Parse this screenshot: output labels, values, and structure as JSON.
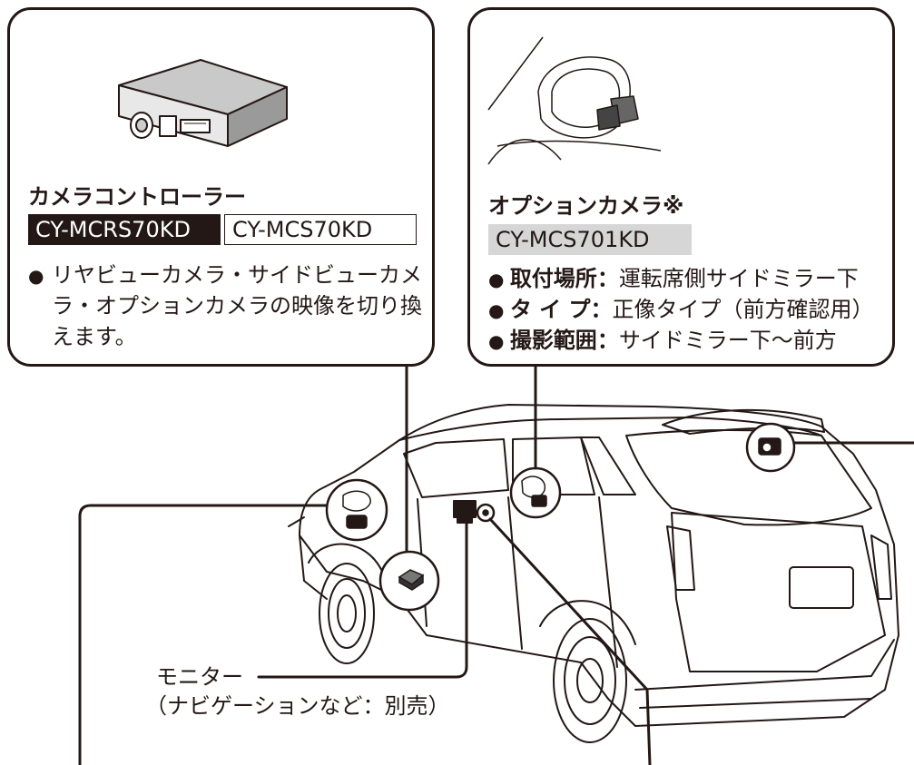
{
  "controller": {
    "title": "カメラコントローラー",
    "model_primary": "CY-MCRS70KD",
    "model_secondary": "CY-MCS70KD",
    "description": "リヤビューカメラ・サイドビューカメラ・オプションカメラの映像を切り換えます。"
  },
  "option_camera": {
    "title": "オプションカメラ※",
    "model": "CY-MCS701KD",
    "specs": [
      {
        "label": "取付場所",
        "value": "運転席側サイドミラー下"
      },
      {
        "label": "タ イ プ",
        "value": "正像タイプ（前方確認用）"
      },
      {
        "label": "撮影範囲",
        "value": "サイドミラー下〜前方"
      }
    ]
  },
  "monitor": {
    "label": "モニター",
    "note": "（ナビゲーションなど：別売）"
  },
  "colors": {
    "ink": "#231815",
    "tag_gray": "#d6d6d6"
  }
}
